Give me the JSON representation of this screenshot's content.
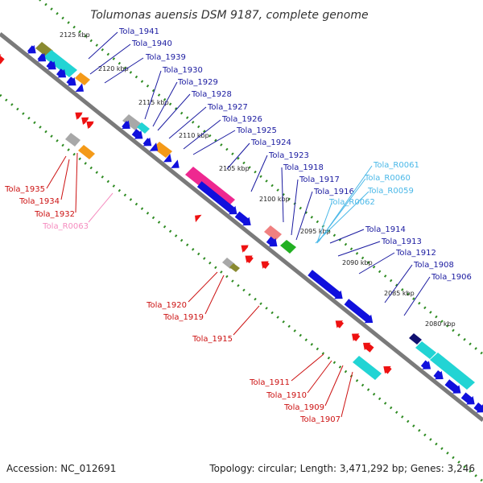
{
  "title": "Tolumonas auensis DSM 9187, complete genome",
  "footer": {
    "accession": "Accession: NC_012691",
    "summary": "Topology: circular; Length: 3,471,292 bp; Genes: 3,246"
  },
  "colors": {
    "backbone": "#7a7a7a",
    "tick_ring": "#2e8b22",
    "forward_gene": "#1010dd",
    "reverse_gene": "#ee1111",
    "forward_label": "#1a1aa0",
    "reverse_label": "#cc1111",
    "rna_forward": "#4ab8e8",
    "rna_reverse": "#f58cbf",
    "cog_cyan": "#22d4d4",
    "cog_orange": "#f49a18",
    "cog_olive": "#8a8a30",
    "cog_gray": "#a8a8a8",
    "cog_pink": "#ee2890",
    "cog_salmon": "#f08080",
    "cog_green": "#22b022",
    "cog_navy": "#101070"
  },
  "position_labels": [
    "2125 kbp",
    "2120 kbp",
    "2115 kbp",
    "2110 kbp",
    "2105 kbp",
    "2100 kbp",
    "2095 kbp",
    "2090 kbp",
    "2085 kbp",
    "2080 kbp"
  ],
  "forward_labels": [
    "Tola_1941",
    "Tola_1940",
    "Tola_1939",
    "Tola_1930",
    "Tola_1929",
    "Tola_1928",
    "Tola_1927",
    "Tola_1926",
    "Tola_1925",
    "Tola_1924",
    "Tola_1923",
    "Tola_1918",
    "Tola_1917",
    "Tola_1916",
    "Tola_1914",
    "Tola_1913",
    "Tola_1912",
    "Tola_1908",
    "Tola_1906"
  ],
  "rna_labels": [
    "Tola_R0061",
    "Tola_R0060",
    "Tola_R0059",
    "Tola_R0062"
  ],
  "reverse_labels_left": [
    "Tola_1935",
    "Tola_1934",
    "Tola_1932",
    "Tola_R0063"
  ],
  "reverse_labels_mid": [
    "Tola_1920",
    "Tola_1919",
    "Tola_1915"
  ],
  "reverse_labels_bottom": [
    "Tola_1911",
    "Tola_1910",
    "Tola_1909",
    "Tola_1907"
  ]
}
